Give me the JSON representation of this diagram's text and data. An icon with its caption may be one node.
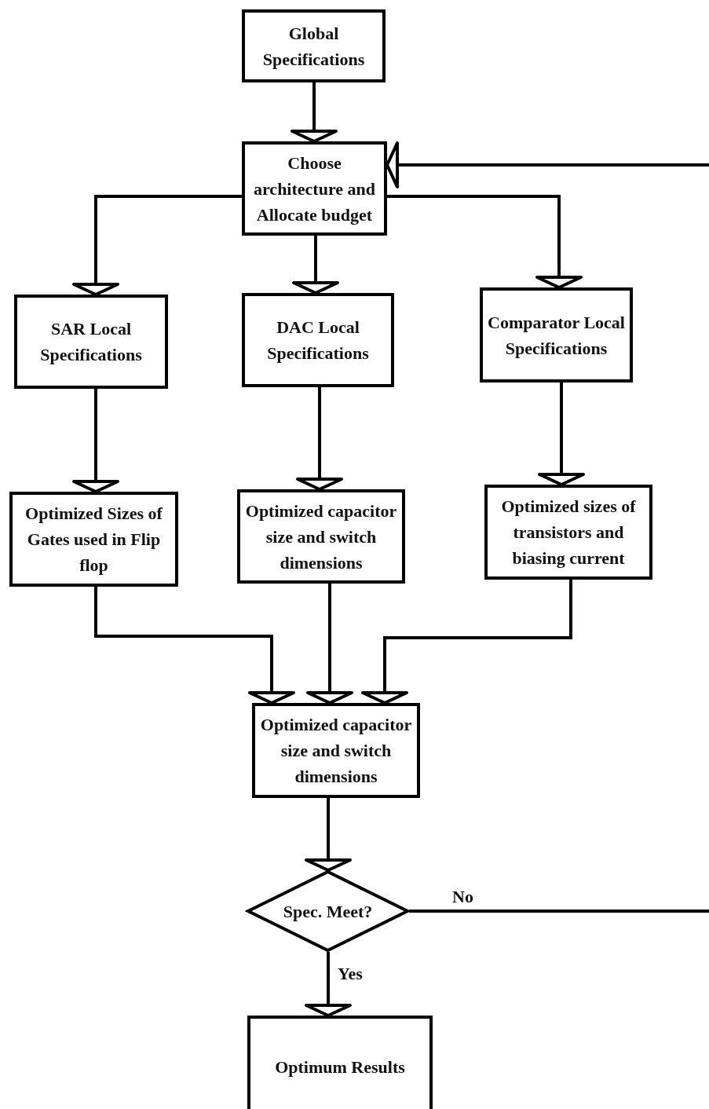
{
  "diagram": {
    "nodes": [
      {
        "text": [
          "Global Specifications"
        ]
      },
      {
        "text": [
          "Choose architecture and Allocate budget"
        ]
      },
      {
        "text": [
          "SAR Local Specifications"
        ]
      },
      {
        "text": [
          "DAC Local Specifications"
        ]
      },
      {
        "text": [
          "Comparator Local Specifications"
        ]
      },
      {
        "text": [
          "Optimized Sizes of Gates used in Flip flop"
        ]
      },
      {
        "text": [
          "Optimized capacitor size and switch dimensions"
        ]
      },
      {
        "text": [
          "Optimized sizes of transistors and biasing current"
        ]
      },
      {
        "text": [
          "Optimized capacitor size and switch dimensions"
        ]
      },
      {
        "text": [
          "Spec. Meet?"
        ]
      },
      {
        "text": [
          "Optimum Results"
        ]
      }
    ],
    "edges": [
      {
        "from": 0,
        "to": 1,
        "arrow": "to"
      },
      {
        "from": 1,
        "to": 2,
        "arrow": "to"
      },
      {
        "from": 1,
        "to": 3,
        "arrow": "to"
      },
      {
        "from": 1,
        "to": 4,
        "arrow": "to"
      },
      {
        "from": 2,
        "to": 5,
        "arrow": "to"
      },
      {
        "from": 3,
        "to": 6,
        "arrow": "to"
      },
      {
        "from": 4,
        "to": 7,
        "arrow": "to"
      },
      {
        "from": 5,
        "to": 8,
        "arrow": "to"
      },
      {
        "from": 6,
        "to": 8,
        "arrow": "to"
      },
      {
        "from": 7,
        "to": 8,
        "arrow": "to"
      },
      {
        "from": 8,
        "to": 9,
        "arrow": "to"
      },
      {
        "from": 9,
        "to": 10,
        "arrow": "to",
        "label": "Yes"
      },
      {
        "from": 9,
        "to": null,
        "arrow": "none",
        "label": "No"
      },
      {
        "from": null,
        "to": 1,
        "arrow": "to"
      }
    ]
  }
}
